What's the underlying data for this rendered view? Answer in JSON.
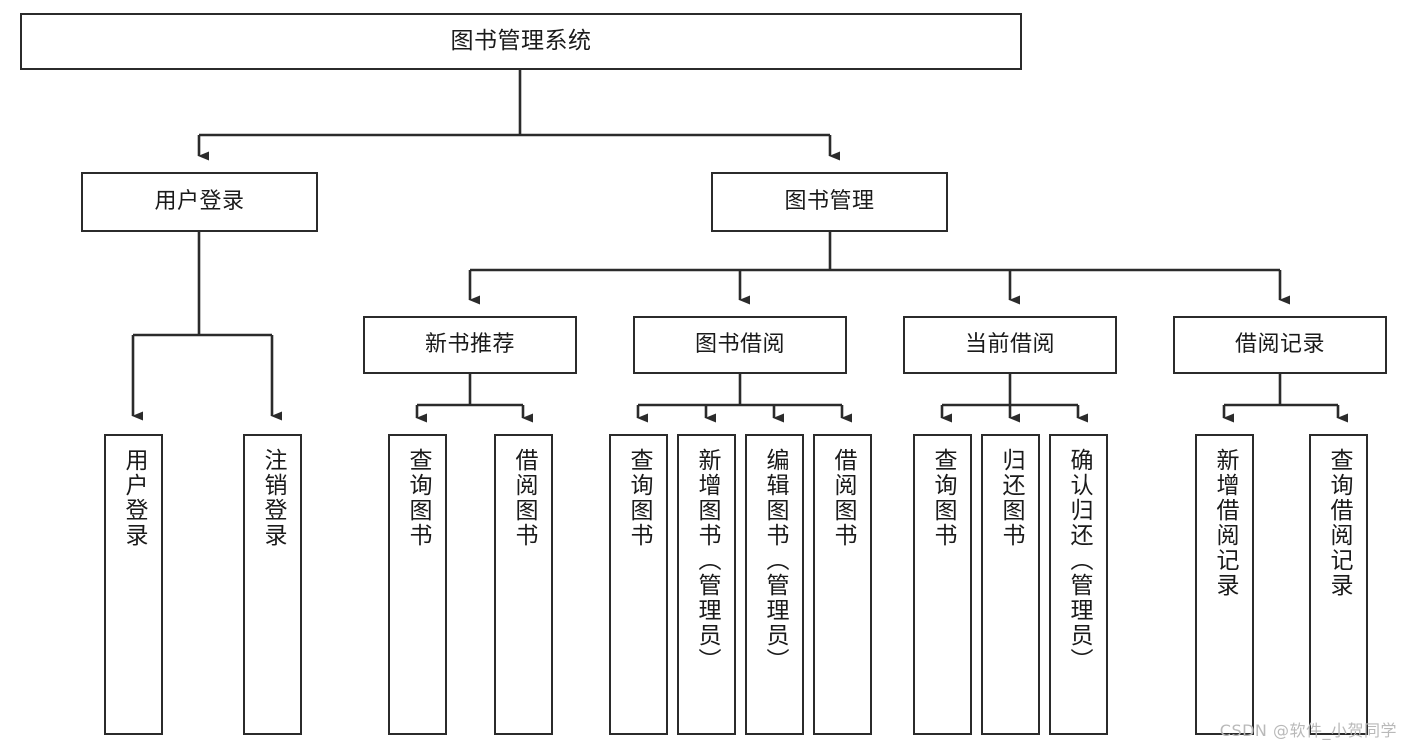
{
  "diagram": {
    "type": "tree-hierarchy-diagram",
    "title": "图书管理系统",
    "watermark": "CSDN @软件_小贺同学",
    "colors": {
      "background": "#ffffff",
      "box_border": "#2b2b2b",
      "box_fill": "#ffffff",
      "connector": "#2b2b2b",
      "text": "#1a1a1a",
      "watermark": "#b9b9b9"
    },
    "root": {
      "label": "图书管理系统"
    },
    "level2": [
      {
        "id": "user-login",
        "label": "用户登录"
      },
      {
        "id": "book-management",
        "label": "图书管理"
      }
    ],
    "level3": [
      {
        "id": "new-book-recommend",
        "label": "新书推荐",
        "parent": "book-management"
      },
      {
        "id": "book-borrow",
        "label": "图书借阅",
        "parent": "book-management"
      },
      {
        "id": "current-borrow",
        "label": "当前借阅",
        "parent": "book-management"
      },
      {
        "id": "borrow-record",
        "label": "借阅记录",
        "parent": "book-management"
      }
    ],
    "leaves": [
      {
        "id": "leaf-user-login",
        "label": "用户登录",
        "parent": "user-login"
      },
      {
        "id": "leaf-logout-login",
        "label": "注销登录",
        "parent": "user-login"
      },
      {
        "id": "leaf-query-book-1",
        "label": "查询图书",
        "parent": "new-book-recommend"
      },
      {
        "id": "leaf-borrow-book-1",
        "label": "借阅图书",
        "parent": "new-book-recommend"
      },
      {
        "id": "leaf-query-book-2",
        "label": "查询图书",
        "parent": "book-borrow"
      },
      {
        "id": "leaf-add-book",
        "label": "新增图书（管理员）",
        "parent": "book-borrow"
      },
      {
        "id": "leaf-edit-book",
        "label": "编辑图书（管理员）",
        "parent": "book-borrow"
      },
      {
        "id": "leaf-borrow-book-2",
        "label": "借阅图书",
        "parent": "book-borrow"
      },
      {
        "id": "leaf-query-book-3",
        "label": "查询图书",
        "parent": "current-borrow"
      },
      {
        "id": "leaf-return-book",
        "label": "归还图书",
        "parent": "current-borrow"
      },
      {
        "id": "leaf-confirm-return",
        "label": "确认归还（管理员）",
        "parent": "current-borrow"
      },
      {
        "id": "leaf-add-record",
        "label": "新增借阅记录",
        "parent": "borrow-record"
      },
      {
        "id": "leaf-query-record",
        "label": "查询借阅记录",
        "parent": "borrow-record"
      }
    ]
  }
}
